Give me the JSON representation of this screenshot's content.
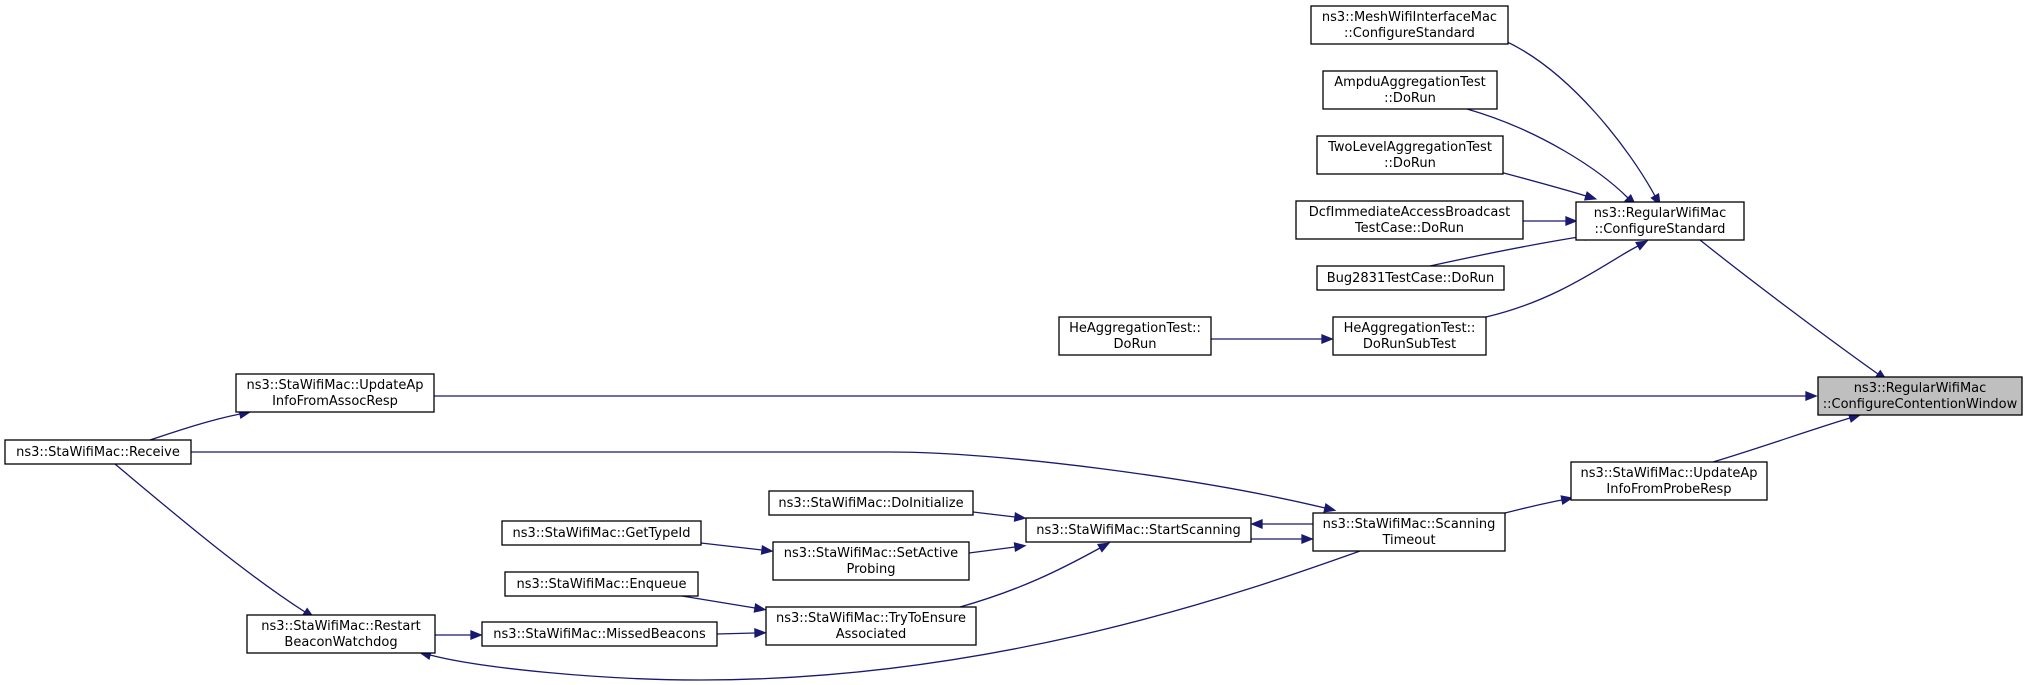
{
  "graph": {
    "nodes": [
      {
        "id": "contention",
        "lines": [
          "ns3::RegularWifiMac",
          "::ConfigureContentionWindow"
        ],
        "highlight": true
      },
      {
        "id": "configstd",
        "lines": [
          "ns3::RegularWifiMac",
          "::ConfigureStandard"
        ]
      },
      {
        "id": "meshconfig",
        "lines": [
          "ns3::MeshWifiInterfaceMac",
          "::ConfigureStandard"
        ]
      },
      {
        "id": "ampdu",
        "lines": [
          "AmpduAggregationTest",
          "::DoRun"
        ]
      },
      {
        "id": "twolevel",
        "lines": [
          "TwoLevelAggregationTest",
          "::DoRun"
        ]
      },
      {
        "id": "dcf",
        "lines": [
          "DcfImmediateAccessBroadcast",
          "TestCase::DoRun"
        ]
      },
      {
        "id": "bug2831",
        "lines": [
          "Bug2831TestCase::DoRun"
        ]
      },
      {
        "id": "hesub",
        "lines": [
          "HeAggregationTest::",
          "DoRunSubTest"
        ]
      },
      {
        "id": "herun",
        "lines": [
          "HeAggregationTest::",
          "DoRun"
        ]
      },
      {
        "id": "assocresp",
        "lines": [
          "ns3::StaWifiMac::UpdateAp",
          "InfoFromAssocResp"
        ]
      },
      {
        "id": "receive",
        "lines": [
          "ns3::StaWifiMac::Receive"
        ]
      },
      {
        "id": "proberesp",
        "lines": [
          "ns3::StaWifiMac::UpdateAp",
          "InfoFromProbeResp"
        ]
      },
      {
        "id": "scantimeout",
        "lines": [
          "ns3::StaWifiMac::Scanning",
          "Timeout"
        ]
      },
      {
        "id": "startscan",
        "lines": [
          "ns3::StaWifiMac::StartScanning"
        ]
      },
      {
        "id": "doinit",
        "lines": [
          "ns3::StaWifiMac::DoInitialize"
        ]
      },
      {
        "id": "setactive",
        "lines": [
          "ns3::StaWifiMac::SetActive",
          "Probing"
        ]
      },
      {
        "id": "gettypeid",
        "lines": [
          "ns3::StaWifiMac::GetTypeId"
        ]
      },
      {
        "id": "tryensure",
        "lines": [
          "ns3::StaWifiMac::TryToEnsure",
          "Associated"
        ]
      },
      {
        "id": "enqueue",
        "lines": [
          "ns3::StaWifiMac::Enqueue"
        ]
      },
      {
        "id": "missed",
        "lines": [
          "ns3::StaWifiMac::MissedBeacons"
        ]
      },
      {
        "id": "restart",
        "lines": [
          "ns3::StaWifiMac::Restart",
          "BeaconWatchdog"
        ]
      }
    ],
    "edges": [
      {
        "from": "configstd",
        "to": "contention"
      },
      {
        "from": "assocresp",
        "to": "contention"
      },
      {
        "from": "proberesp",
        "to": "contention"
      },
      {
        "from": "meshconfig",
        "to": "configstd"
      },
      {
        "from": "ampdu",
        "to": "configstd"
      },
      {
        "from": "twolevel",
        "to": "configstd"
      },
      {
        "from": "dcf",
        "to": "configstd"
      },
      {
        "from": "bug2831",
        "to": "configstd"
      },
      {
        "from": "hesub",
        "to": "configstd"
      },
      {
        "from": "herun",
        "to": "hesub"
      },
      {
        "from": "receive",
        "to": "assocresp"
      },
      {
        "from": "scantimeout",
        "to": "proberesp"
      },
      {
        "from": "receive",
        "to": "scantimeout"
      },
      {
        "from": "startscan",
        "to": "scantimeout"
      },
      {
        "from": "scantimeout",
        "to": "startscan"
      },
      {
        "from": "doinit",
        "to": "startscan"
      },
      {
        "from": "setactive",
        "to": "startscan"
      },
      {
        "from": "tryensure",
        "to": "startscan"
      },
      {
        "from": "gettypeid",
        "to": "setactive"
      },
      {
        "from": "enqueue",
        "to": "tryensure"
      },
      {
        "from": "missed",
        "to": "tryensure"
      },
      {
        "from": "restart",
        "to": "missed"
      },
      {
        "from": "receive",
        "to": "restart"
      },
      {
        "from": "scantimeout",
        "to": "restart"
      }
    ]
  }
}
